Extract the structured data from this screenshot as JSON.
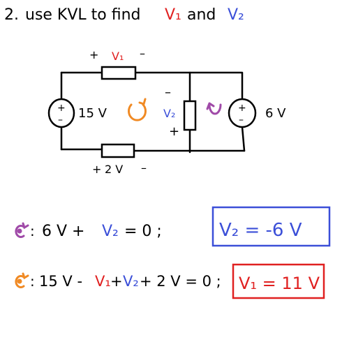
{
  "title": {
    "number": "2.",
    "text": "use KVL to find",
    "v1": "V₁",
    "and": "and",
    "v2": "V₂"
  },
  "circuit": {
    "top_resistor_label": {
      "plus": "+",
      "var": "V₁",
      "minus": "–"
    },
    "bottom_resistor_label": {
      "plus": "+",
      "value": "2 V",
      "minus": "–"
    },
    "left_source": {
      "plus": "+",
      "minus": "–",
      "value": "15 V"
    },
    "middle_resistor": {
      "minus": "–",
      "var": "V₂",
      "plus": "+"
    },
    "right_source": {
      "plus": "+",
      "minus": "–",
      "value": "6 V"
    }
  },
  "equations": [
    {
      "loop": "purple",
      "lhs": "6 V + ",
      "var": "V₂",
      "rhs": " = 0 ;",
      "result": "V₂ = -6 V"
    },
    {
      "loop": "orange",
      "lhs": "15 V - ",
      "var1": "V₁",
      "mid": " + ",
      "var2": "V₂",
      "rhs": " + 2 V = 0 ;",
      "result": "V₁ = 11 V"
    }
  ],
  "colors": {
    "ink": "#000000",
    "red": "#e02020",
    "blue": "#3b4fd8",
    "orange": "#f08a24",
    "purple": "#a04aa8"
  }
}
